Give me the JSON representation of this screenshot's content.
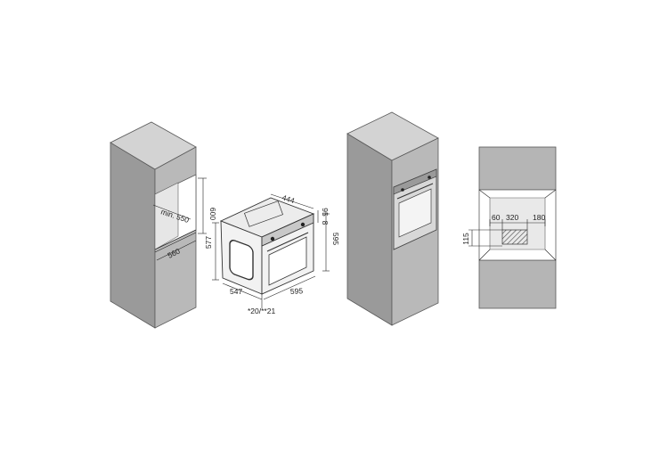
{
  "figure_1": {
    "niche_depth": "min. 550",
    "niche_height": "600",
    "niche_width": "560"
  },
  "figure_2": {
    "top_depth": "444",
    "panel_height_a": "8",
    "panel_height_b": "95",
    "side_height": "577",
    "front_height": "595",
    "side_depth": "547",
    "front_width": "595",
    "door_thickness": "*20/**21"
  },
  "figure_3": {},
  "figure_4": {
    "gap_left": "60",
    "opening_width": "320",
    "gap_right": "180",
    "opening_height": "115"
  },
  "colors": {
    "cabinet_front": "#b9b9b9",
    "cabinet_side": "#9a9a9a",
    "cabinet_top": "#d3d3d3",
    "line": "#222222"
  }
}
